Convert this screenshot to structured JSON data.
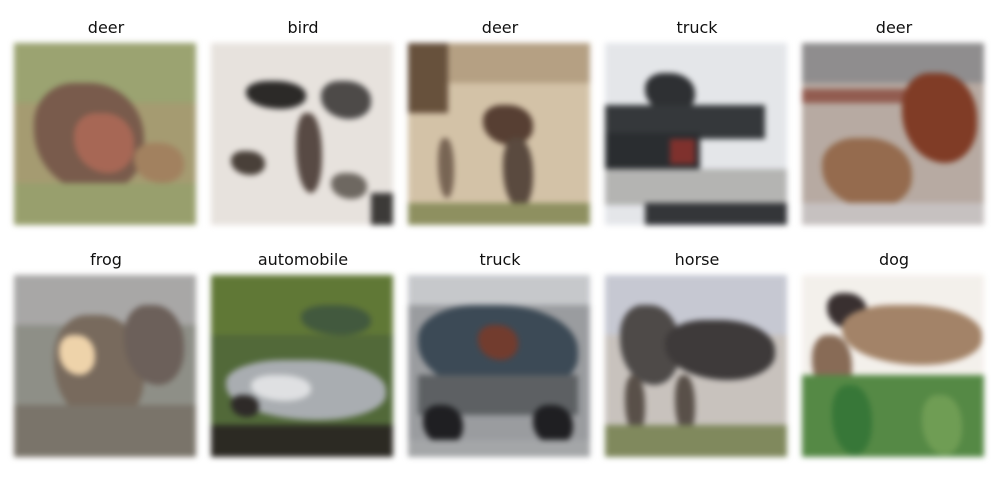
{
  "samples": [
    {
      "label": "deer"
    },
    {
      "label": "bird"
    },
    {
      "label": "deer"
    },
    {
      "label": "truck"
    },
    {
      "label": "deer"
    },
    {
      "label": "frog"
    },
    {
      "label": "automobile"
    },
    {
      "label": "truck"
    },
    {
      "label": "horse"
    },
    {
      "label": "dog"
    }
  ]
}
